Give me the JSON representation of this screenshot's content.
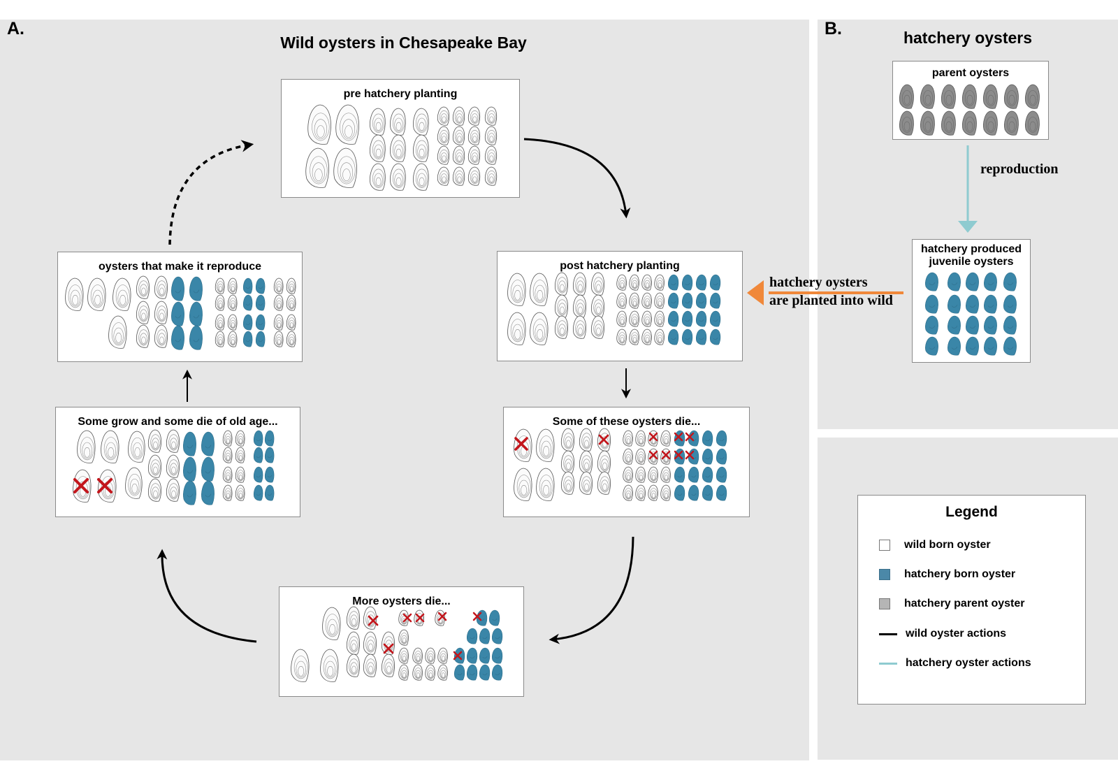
{
  "colors": {
    "panel_bg": "#e6e6e6",
    "hatchery_blue": "#3a86a8",
    "hatchery_parent_gray": "#8c8c8c",
    "wild_shell_stroke": "#555555",
    "death_mark": "#c3161c",
    "wild_action": "#000000",
    "hatchery_action": "#8ecbd0",
    "planting_arrow": "#f0883a"
  },
  "panel_a": {
    "letter": "A.",
    "title": "Wild oysters in Chesapeake Bay",
    "stages": {
      "pre_planting": "pre hatchery planting",
      "post_planting": "post hatchery planting",
      "some_die": "Some of these oysters die...",
      "more_die": "More oysters die...",
      "grow_die": "Some grow and some die of old age...",
      "reproduce": "oysters that make it reproduce"
    }
  },
  "panel_b": {
    "letter": "B.",
    "title": "hatchery oysters",
    "parents_box": "parent oysters",
    "reproduction_label": "reproduction",
    "juveniles_box_line1": "hatchery produced",
    "juveniles_box_line2": "juvenile oysters"
  },
  "planting_arrow": {
    "line1": "hatchery oysters",
    "line2": "are planted into wild"
  },
  "legend": {
    "title": "Legend",
    "items": [
      {
        "label": "wild born oyster",
        "icon": "white-square"
      },
      {
        "label": "hatchery born oyster",
        "icon": "blue-square"
      },
      {
        "label": "hatchery parent oyster",
        "icon": "gray-square"
      },
      {
        "label": "wild oyster actions",
        "icon": "black-line"
      },
      {
        "label": "hatchery oyster actions",
        "icon": "light-blue-line"
      }
    ]
  }
}
